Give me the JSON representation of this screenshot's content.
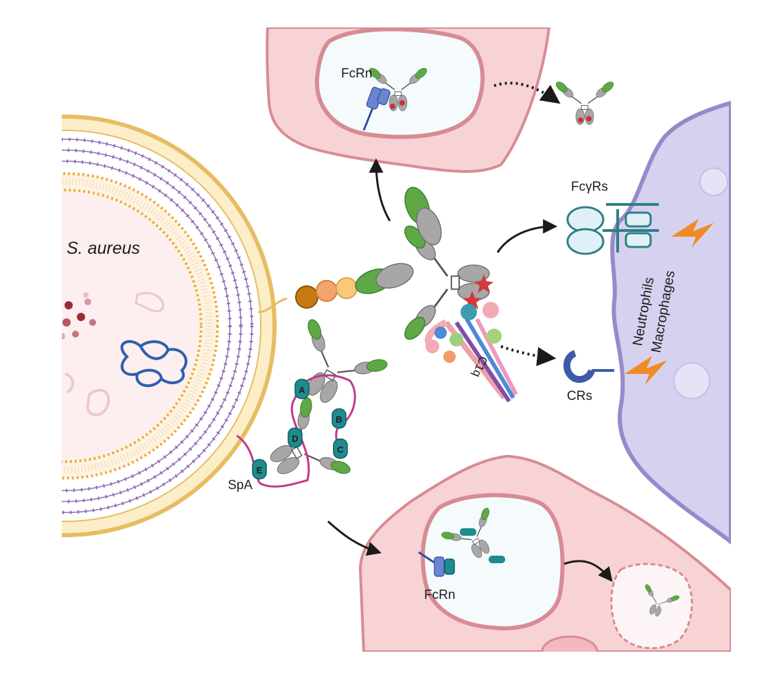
{
  "labels": {
    "organism": "S. aureus",
    "fcrn_top": "FcRn",
    "fcrn_bottom": "FcRn",
    "fcgr": "FcγRs",
    "crs": "CRs",
    "spa": "SpA",
    "c1q": "C1q",
    "cell_line1": "Neutrophils",
    "cell_line2": "Macrophages",
    "spa_domains": [
      "A",
      "B",
      "C",
      "D",
      "E"
    ]
  },
  "colors": {
    "bacterium_fill": "#fdeef0",
    "cell_wall": "#e7bd63",
    "peptidoglycan": "#8e6bb4",
    "membrane": "#f1a93a",
    "endothelial_cell": "#f7d3d6",
    "endothelial_border": "#d88b93",
    "endosome": "#f5fafd",
    "immune_cell": "#d5d1ee",
    "immune_border": "#9a88cc",
    "antibody_fc": "#a7a7a7",
    "antibody_fab_tip": "#5ea845",
    "spa_domain": "#1e8b8f",
    "spa_linker": "#c2388b",
    "lightning": "#f08a24",
    "receptor": "#2f7f86",
    "arrow": "#1b1b1b"
  }
}
